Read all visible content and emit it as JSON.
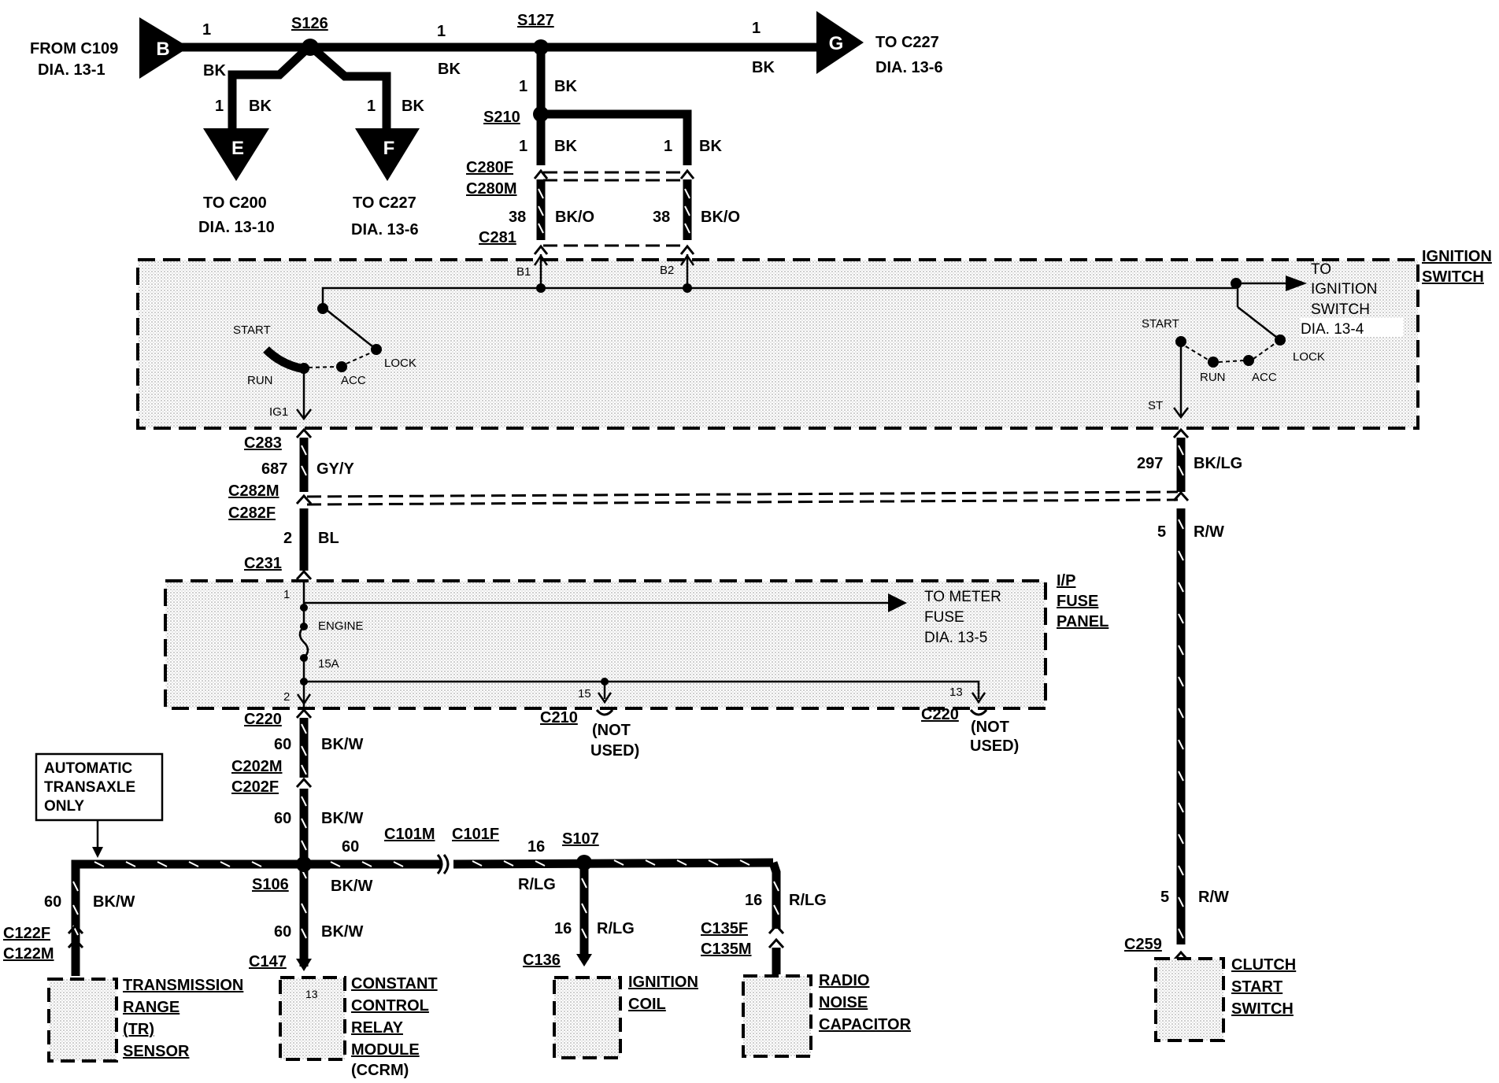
{
  "connectors": {
    "from_c109": "FROM C109",
    "from_c109_dia": "DIA. 13-1",
    "to_c227_g": "TO C227",
    "to_c227_g_dia": "DIA. 13-6",
    "to_c200": "TO C200",
    "to_c200_dia": "DIA. 13-10",
    "to_c227_f": "TO C227",
    "to_c227_f_dia": "DIA. 13-6",
    "s126": "S126",
    "s127": "S127",
    "s210": "S210",
    "c280f": "C280F",
    "c280m": "C280M",
    "c281": "C281",
    "c283": "C283",
    "c282m": "C282M",
    "c282f": "C282F",
    "c231": "C231",
    "c220": "C220",
    "c202m": "C202M",
    "c202f": "C202F",
    "c210": "C210",
    "c220b": "C220",
    "c101m": "C101M",
    "c101f": "C101F",
    "s107": "S107",
    "s106": "S106",
    "c122f": "C122F",
    "c122m": "C122M",
    "c147": "C147",
    "c136": "C136",
    "c135f": "C135F",
    "c135m": "C135M",
    "c259": "C259"
  },
  "tags": {
    "b": "B",
    "g": "G",
    "e": "E",
    "f": "F"
  },
  "wires": {
    "n1": "1",
    "bk": "BK",
    "n38": "38",
    "bko": "BK/O",
    "n687": "687",
    "gyy": "GY/Y",
    "n2": "2",
    "bl": "BL",
    "n297": "297",
    "bklg": "BK/LG",
    "n5": "5",
    "rw": "R/W",
    "n60": "60",
    "bkw": "BK/W",
    "n16": "16",
    "rlg": "R/LG"
  },
  "ignition_switch": {
    "title_1": "IGNITION",
    "title_2": "SWITCH",
    "to_1": "TO",
    "to_2": "IGNITION",
    "to_3": "SWITCH",
    "to_4": "DIA. 13-4",
    "b1": "B1",
    "b2": "B2",
    "start": "START",
    "run": "RUN",
    "acc": "ACC",
    "lock": "LOCK",
    "ig1": "IG1",
    "st": "ST"
  },
  "fuse_panel": {
    "title_1": "I/P",
    "title_2": "FUSE",
    "title_3": "PANEL",
    "pin1": "1",
    "pin2": "2",
    "pin15": "15",
    "pin13": "13",
    "engine": "ENGINE",
    "amp": "15A",
    "to_meter_1": "TO METER",
    "to_meter_2": "FUSE",
    "to_meter_3": "DIA. 13-5"
  },
  "not_used": {
    "line1": "(NOT",
    "line2": "USED)"
  },
  "auto_note": {
    "line1": "AUTOMATIC",
    "line2": "TRANSAXLE",
    "line3": "ONLY"
  },
  "components": {
    "tr_1": "TRANSMISSION",
    "tr_2": "RANGE",
    "tr_3": "(TR)",
    "tr_4": "SENSOR",
    "ccrm_1": "CONSTANT",
    "ccrm_2": "CONTROL",
    "ccrm_3": "RELAY",
    "ccrm_4": "MODULE",
    "ccrm_5": "(CCRM)",
    "ccrm_pin": "13",
    "coil_1": "IGNITION",
    "coil_2": "COIL",
    "cap_1": "RADIO",
    "cap_2": "NOISE",
    "cap_3": "CAPACITOR",
    "clutch_1": "CLUTCH",
    "clutch_2": "START",
    "clutch_3": "SWITCH"
  }
}
